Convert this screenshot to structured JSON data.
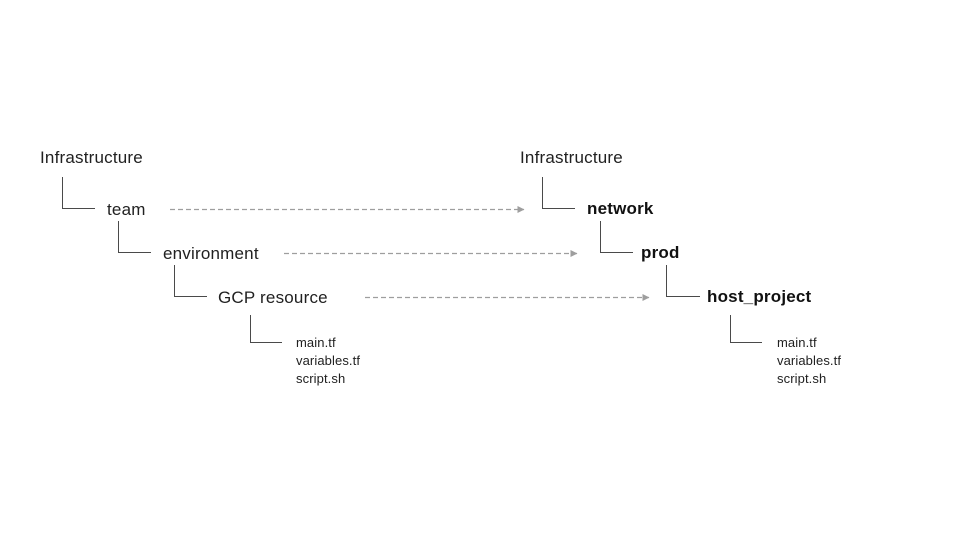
{
  "colors": {
    "background": "#ffffff",
    "text": "#212121",
    "bold_text": "#111111",
    "connector": "#4a4a4a",
    "arrow": "#9e9e9e"
  },
  "left_tree": {
    "root": "Infrastructure",
    "nodes": [
      "team",
      "environment",
      "GCP resource"
    ],
    "files": [
      "main.tf",
      "variables.tf",
      "script.sh"
    ]
  },
  "right_tree": {
    "root": "Infrastructure",
    "nodes": [
      "network",
      "prod",
      "host_project"
    ],
    "files": [
      "main.tf",
      "variables.tf",
      "script.sh"
    ]
  },
  "mappings": [
    {
      "from": "team",
      "to": "network"
    },
    {
      "from": "environment",
      "to": "prod"
    },
    {
      "from": "GCP resource",
      "to": "host_project"
    }
  ]
}
